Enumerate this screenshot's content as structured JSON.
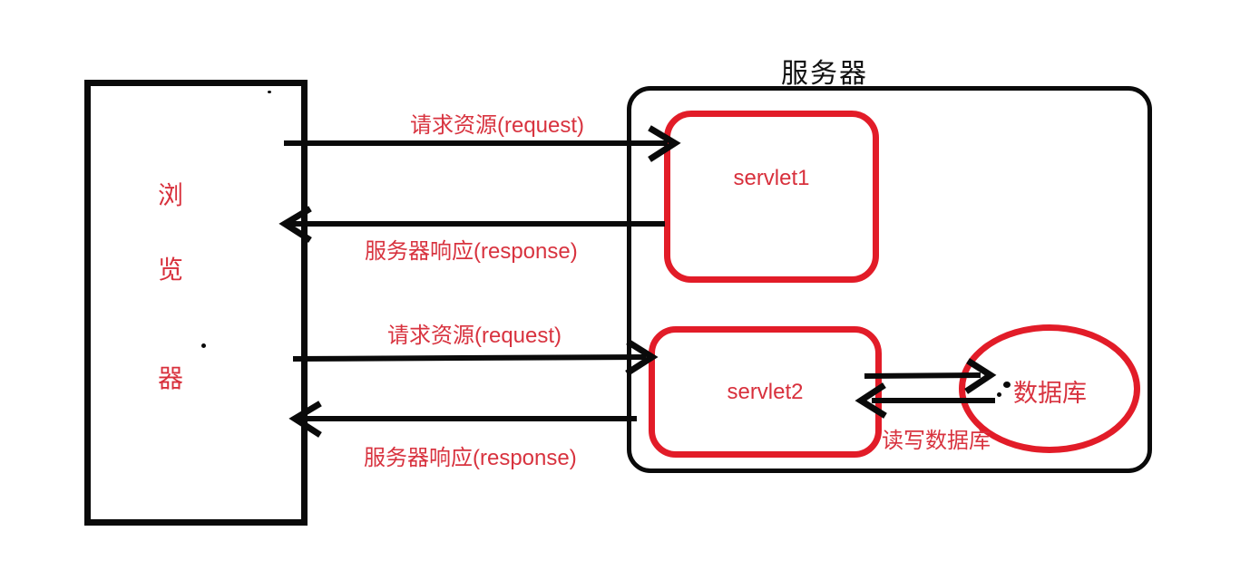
{
  "server": {
    "title": "服务器",
    "servlet1_label": "servlet1",
    "servlet2_label": "servlet2",
    "database_label": "数据库",
    "db_arrow_label": "读写数据库"
  },
  "browser": {
    "chars": [
      "浏",
      "览",
      "器"
    ]
  },
  "flows": {
    "request1": "请求资源(request)",
    "response1": "服务器响应(response)",
    "request2": "请求资源(request)",
    "response2": "服务器响应(response)"
  },
  "colors": {
    "shape_red": "#e21c28",
    "text_red": "#d8333f",
    "ink_black": "#0a0a0a"
  }
}
